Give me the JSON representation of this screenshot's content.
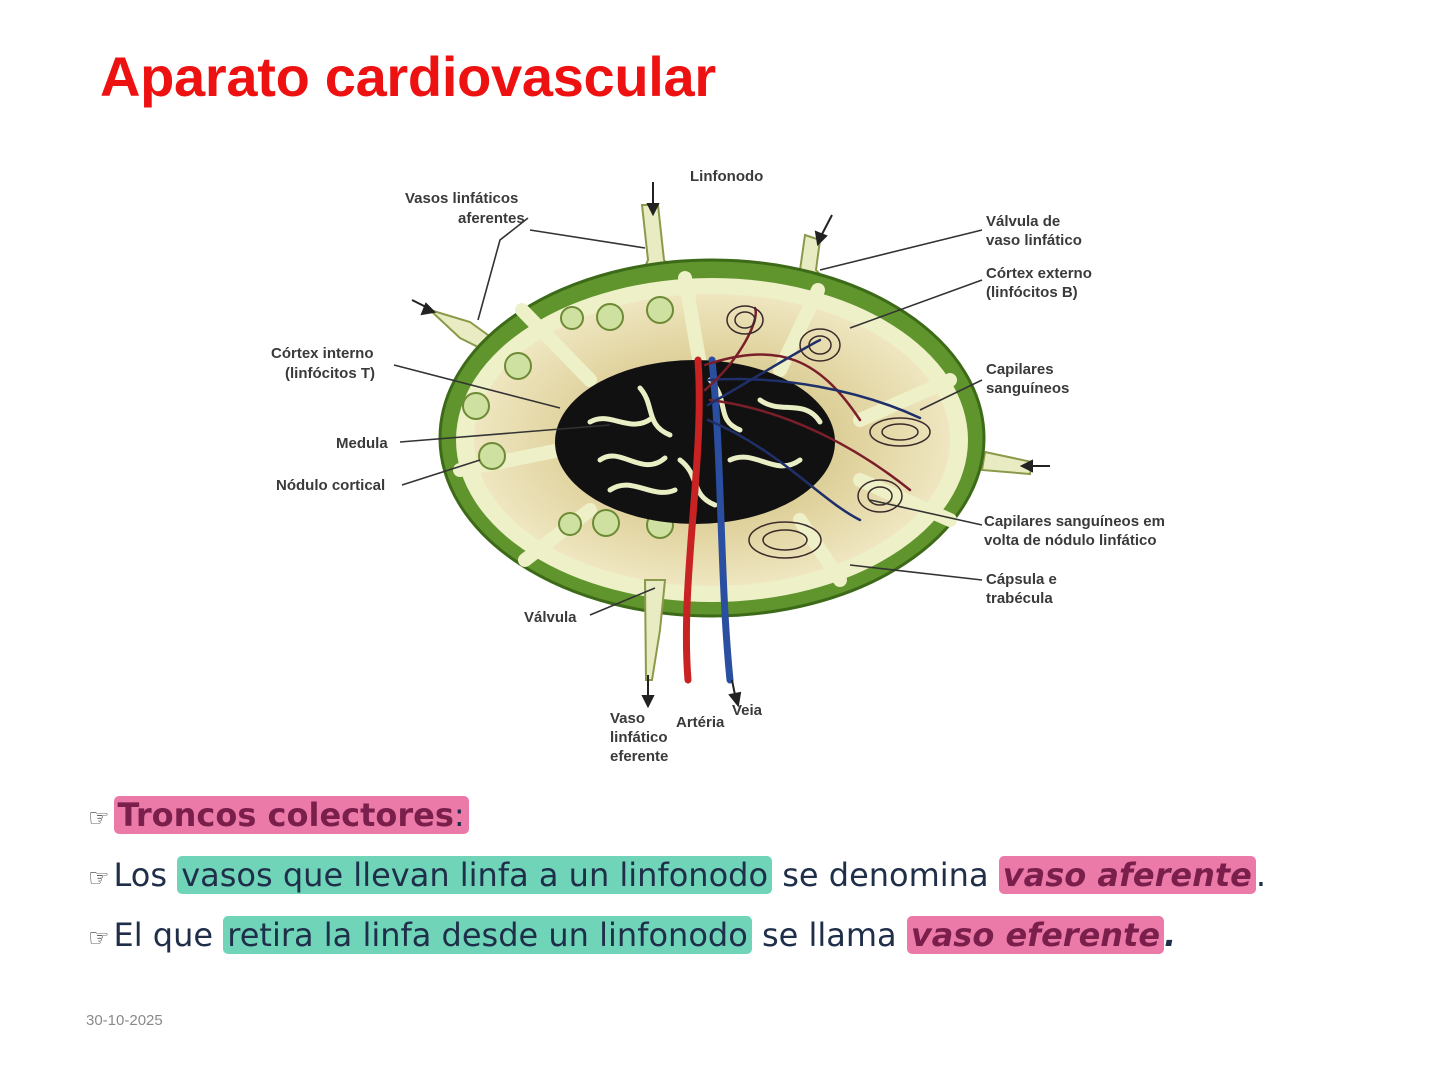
{
  "slide": {
    "title": "Aparato cardiovascular",
    "date": "30-10-2025"
  },
  "diagram": {
    "title": "Linfonodo",
    "labels": {
      "vasos_aferentes_1": "Vasos linfáticos",
      "vasos_aferentes_2": "aferentes",
      "cortex_interno_1": "Córtex interno",
      "cortex_interno_2": "(linfócitos T)",
      "medula": "Medula",
      "nodulo": "Nódulo cortical",
      "valvula": "Válvula",
      "valvula_vaso_1": "Válvula de",
      "valvula_vaso_2": "vaso linfático",
      "cortex_externo_1": "Córtex externo",
      "cortex_externo_2": "(linfócitos B)",
      "capilares_1": "Capilares",
      "capilares_2": "sanguíneos",
      "capilares_volta_1": "Capilares sanguíneos em",
      "capilares_volta_2": "volta de nódulo linfático",
      "capsula_1": "Cápsula e",
      "capsula_2": "trabécula",
      "vaso_eferente_1": "Vaso",
      "vaso_eferente_2": "linfático",
      "vaso_eferente_3": "eferente",
      "arteria": "Artéria",
      "veia": "Veia"
    }
  },
  "bullets": {
    "b1_term": "Troncos colectores",
    "b1_colon": ":",
    "b2_start": "Los",
    "b2_hl": "vasos que llevan linfa a un linfonodo",
    "b2_mid": "se denomina",
    "b2_term": "vaso aferente",
    "b2_end": ".",
    "b3_start": "El que",
    "b3_hl": "retira la linfa desde un linfonodo",
    "b3_mid": "se llama",
    "b3_term": "vaso eferente",
    "b3_end": "."
  },
  "colors": {
    "title": "#ee1111",
    "highlight_pink": "#ec7aa8",
    "highlight_green": "#6fd4b8",
    "term": "#7a1f4c",
    "capsule": "#5a8f2a",
    "cortex": "#d8c98a",
    "medulla": "#111111"
  },
  "icons": {
    "bullet": "pointing-hand-icon"
  }
}
